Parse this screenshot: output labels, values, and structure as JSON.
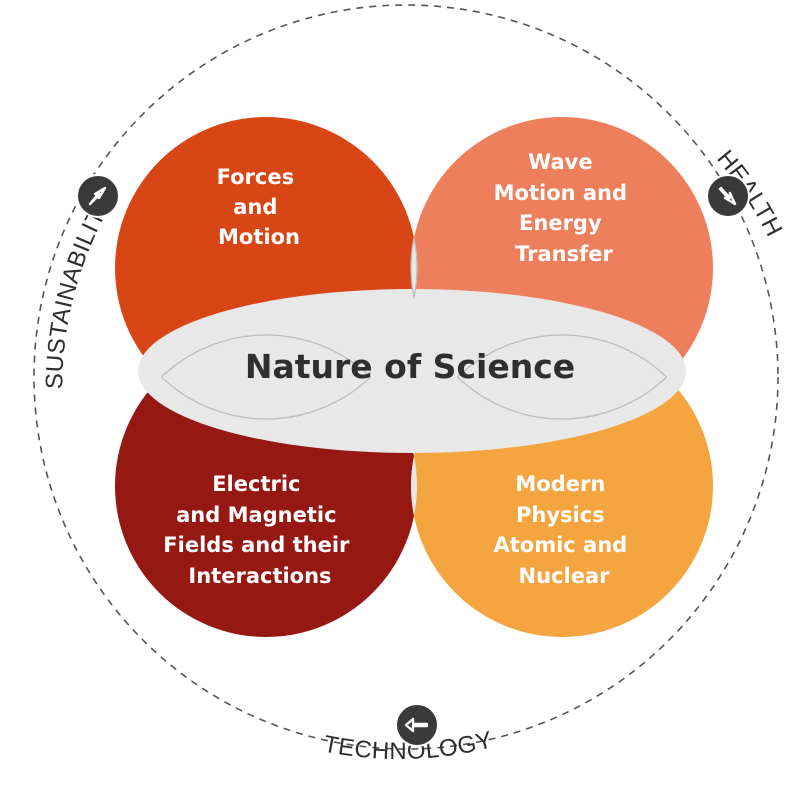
{
  "center": {
    "title": "Nature of Science"
  },
  "petals": {
    "forces": {
      "lines": [
        "Forces",
        "and",
        "Motion"
      ],
      "color": "#d94616"
    },
    "waves": {
      "lines": [
        "Wave",
        "Motion and",
        "Energy",
        "Transfer"
      ],
      "color": "#ee7f5c"
    },
    "electric": {
      "lines": [
        "Electric",
        "and Magnetic",
        "Fields and their",
        "Interactions"
      ],
      "color": "#951813"
    },
    "modern": {
      "lines": [
        "Modern",
        "Physics",
        "Atomic and",
        "Nuclear"
      ],
      "color": "#f5a540"
    }
  },
  "themes": {
    "sustainability": {
      "label": "SUSTAINABILITY",
      "icon": "arrow-up-right-icon"
    },
    "health": {
      "label": "HEALTH",
      "icon": "arrow-down-right-icon"
    },
    "technology": {
      "label": "TECHNOLOGY",
      "icon": "arrow-left-icon"
    }
  },
  "colors": {
    "overlap": "#e8e8e8",
    "outline": "#bdbdbd",
    "ring": "#555555",
    "icon_badge": "#3a3a3a",
    "text_dark": "#2f2f2f"
  }
}
